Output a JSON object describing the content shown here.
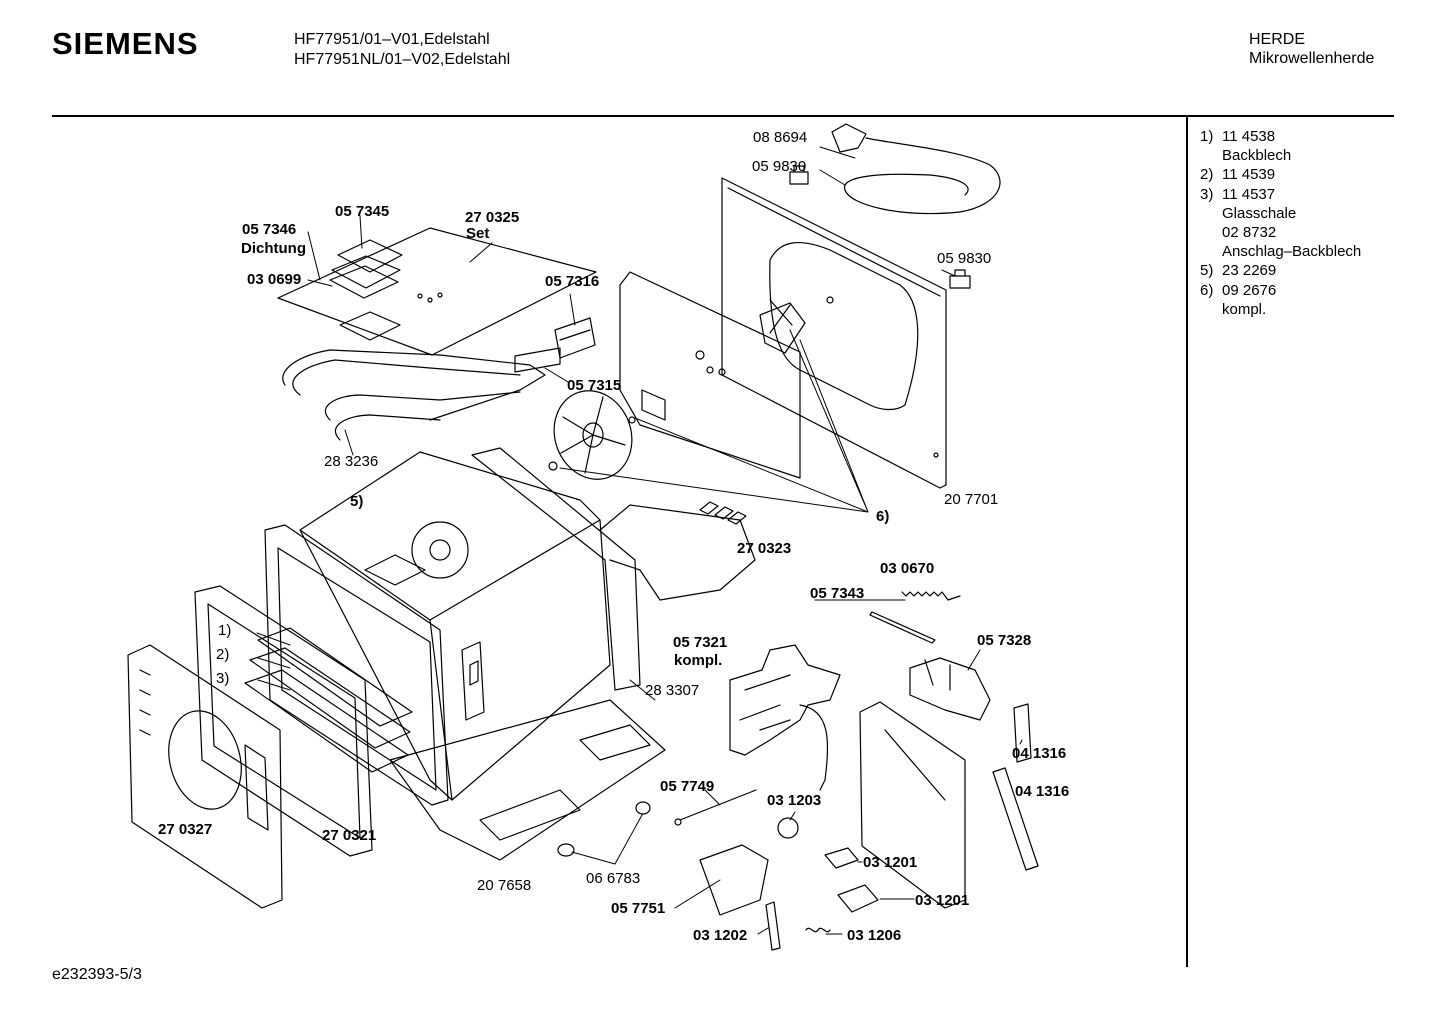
{
  "header": {
    "brand": "SIEMENS",
    "models": [
      "HF77951/01–V01,Edelstahl",
      "HF77951NL/01–V02,Edelstahl"
    ],
    "category": [
      "HERDE",
      "Mikrowellenherde"
    ]
  },
  "legend": [
    {
      "num": "1)",
      "text": "11 4538"
    },
    {
      "num": "",
      "text": "Backblech"
    },
    {
      "num": "2)",
      "text": "11 4539"
    },
    {
      "num": "3)",
      "text": "11 4537"
    },
    {
      "num": "",
      "text": "Glasschale"
    },
    {
      "num": "",
      "text": "02 8732"
    },
    {
      "num": "",
      "text": "Anschlag–Backblech"
    },
    {
      "num": "5)",
      "text": "23 2269"
    },
    {
      "num": "6)",
      "text": "09 2676"
    },
    {
      "num": "",
      "text": "kompl."
    }
  ],
  "parts": [
    {
      "text": "08 8694",
      "bold": false
    },
    {
      "text": "05 9830",
      "bold": false
    },
    {
      "text": "05 9830",
      "bold": false
    },
    {
      "text": "05 7345",
      "bold": true
    },
    {
      "text": "27 0325",
      "bold": true
    },
    {
      "text": "Set",
      "bold": true
    },
    {
      "text": "05 7346",
      "bold": true
    },
    {
      "text": "Dichtung",
      "bold": true
    },
    {
      "text": "03 0699",
      "bold": true
    },
    {
      "text": "05 7316",
      "bold": true
    },
    {
      "text": "05 7315",
      "bold": true
    },
    {
      "text": "28 3236",
      "bold": false
    },
    {
      "text": "20 7701",
      "bold": false
    },
    {
      "text": "5)",
      "bold": true
    },
    {
      "text": "6)",
      "bold": true
    },
    {
      "text": "27 0323",
      "bold": true
    },
    {
      "text": "03 0670",
      "bold": true
    },
    {
      "text": "05 7343",
      "bold": true
    },
    {
      "text": "05 7321",
      "bold": true
    },
    {
      "text": "kompl.",
      "bold": true
    },
    {
      "text": "05 7328",
      "bold": true
    },
    {
      "text": "1)",
      "bold": false
    },
    {
      "text": "2)",
      "bold": false
    },
    {
      "text": "3)",
      "bold": false
    },
    {
      "text": "28 3307",
      "bold": false
    },
    {
      "text": "04 1316",
      "bold": true
    },
    {
      "text": "04 1316",
      "bold": true
    },
    {
      "text": "05 7749",
      "bold": true
    },
    {
      "text": "03 1203",
      "bold": true
    },
    {
      "text": "27 0327",
      "bold": true
    },
    {
      "text": "27 0321",
      "bold": true
    },
    {
      "text": "03 1201",
      "bold": true
    },
    {
      "text": "03 1201",
      "bold": true
    },
    {
      "text": "20 7658",
      "bold": false
    },
    {
      "text": "06 6783",
      "bold": false
    },
    {
      "text": "05 7751",
      "bold": true
    },
    {
      "text": "03 1202",
      "bold": true
    },
    {
      "text": "03 1206",
      "bold": true
    }
  ],
  "footer": {
    "code": "e232393-5/3"
  }
}
